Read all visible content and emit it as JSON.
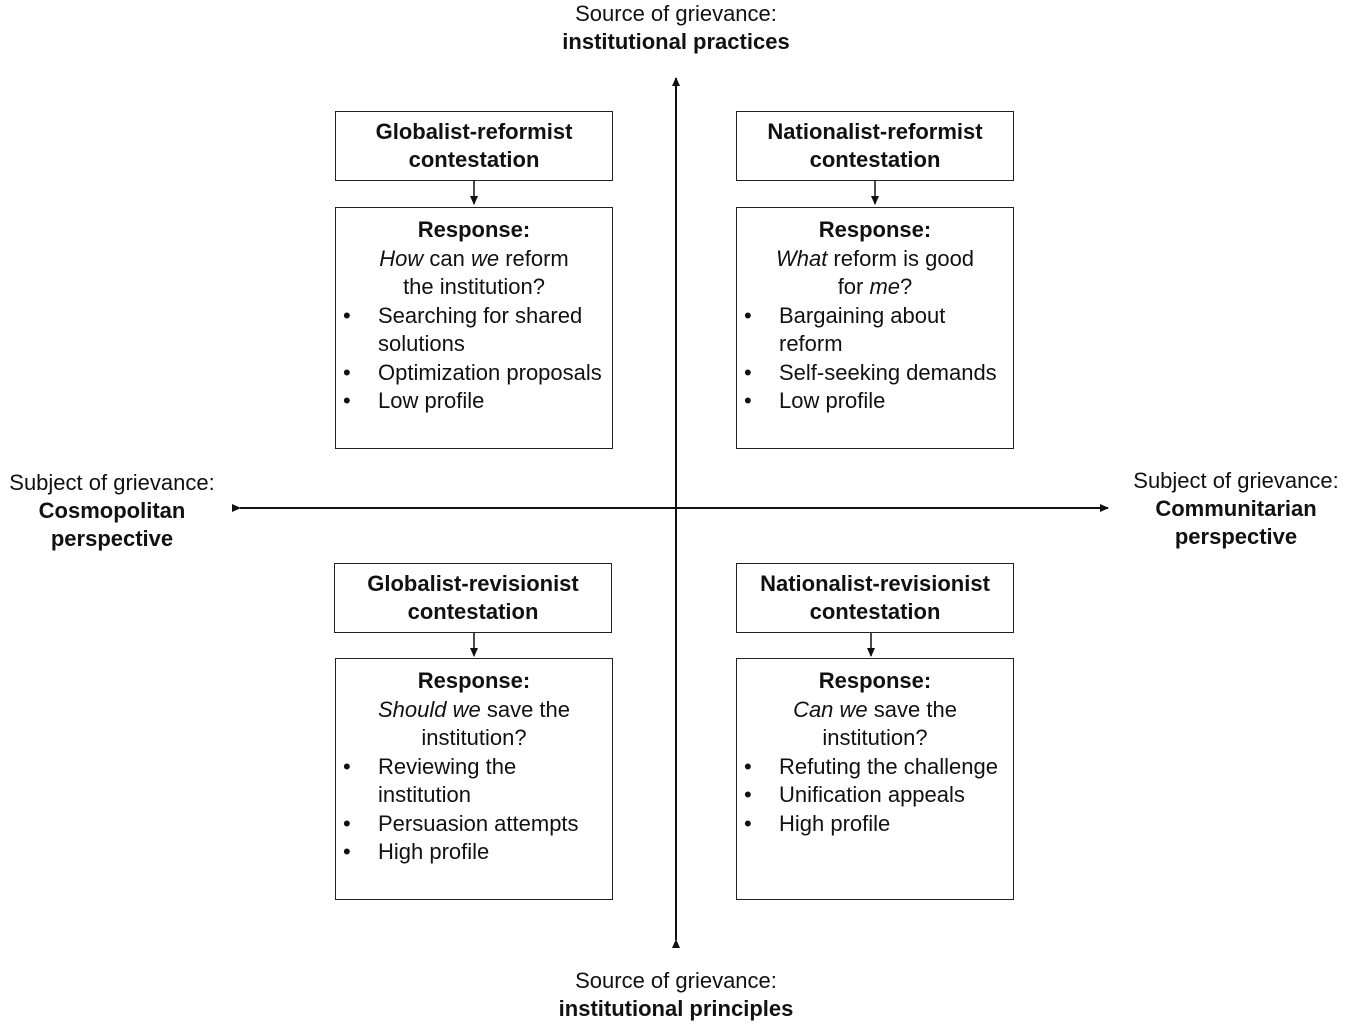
{
  "axes": {
    "top": {
      "line1": "Source of grievance:",
      "line2": "institutional practices"
    },
    "bottom": {
      "line1": "Source of grievance:",
      "line2": "institutional principles"
    },
    "left": {
      "line1": "Subject of grievance:",
      "line2": "Cosmopolitan",
      "line3": "perspective"
    },
    "right": {
      "line1": "Subject of grievance:",
      "line2": "Communitarian",
      "line3": "perspective"
    }
  },
  "quadrants": {
    "gref": {
      "title1": "Globalist-reformist",
      "title2": "contestation",
      "response": "Response:",
      "q1_italic": "How",
      "q1_mid": " can ",
      "q1_italic2": "we",
      "q1_end": " reform",
      "q2": "the institution?",
      "items": [
        "Searching for shared solutions",
        "Optimization proposals",
        "Low profile"
      ]
    },
    "nref": {
      "title1": "Nationalist-reformist",
      "title2": "contestation",
      "response": "Response:",
      "q1_italic": "What",
      "q1_mid": " reform is good",
      "q1_italic2": "",
      "q1_end": "",
      "q2_pre": "for ",
      "q2_italic": "me",
      "q2_post": "?",
      "items": [
        "Bargaining about reform",
        "Self-seeking demands",
        "Low profile"
      ]
    },
    "grev": {
      "title1": "Globalist-revisionist",
      "title2": "contestation",
      "response": "Response:",
      "q1_italic": "Should we",
      "q1_mid": " save the",
      "q1_italic2": "",
      "q1_end": "",
      "q2": "institution?",
      "items": [
        "Reviewing the institution",
        "Persuasion attempts",
        "High profile"
      ]
    },
    "nrev": {
      "title1": "Nationalist-revisionist",
      "title2": "contestation",
      "response": "Response:",
      "q1_italic": "Can we",
      "q1_mid": " save the",
      "q1_italic2": "",
      "q1_end": "",
      "q2": "institution?",
      "items": [
        "Refuting the challenge",
        "Unification appeals",
        "High profile"
      ]
    }
  }
}
